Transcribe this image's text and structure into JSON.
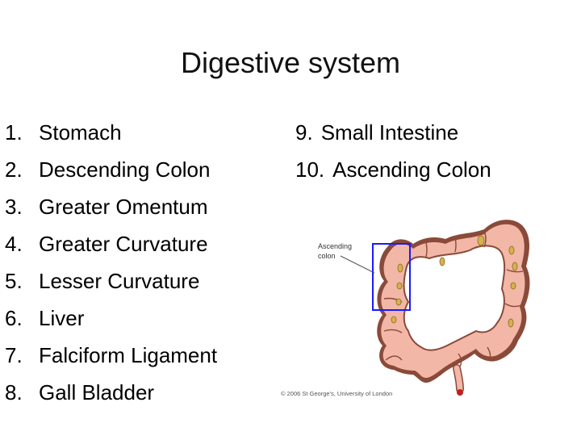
{
  "slide": {
    "title": "Digestive system",
    "left_list": [
      {
        "number": "1.",
        "label": "Stomach"
      },
      {
        "number": "2.",
        "label": "Descending Colon"
      },
      {
        "number": "3.",
        "label": "Greater Omentum"
      },
      {
        "number": "4.",
        "label": "Greater Curvature"
      },
      {
        "number": "5.",
        "label": "Lesser Curvature"
      },
      {
        "number": "6.",
        "label": "Liver"
      },
      {
        "number": "7.",
        "label": "Falciform Ligament"
      },
      {
        "number": "8.",
        "label": "Gall Bladder"
      }
    ],
    "right_list": [
      {
        "number": "9.",
        "label": "Small Intestine"
      },
      {
        "number": "10.",
        "label": "Ascending Colon"
      }
    ]
  },
  "figure": {
    "label_line1": "Ascending",
    "label_line2": "colon",
    "credit": "© 2006 St George's, University of London",
    "colors": {
      "colon_fill": "#f2b7a6",
      "colon_stroke": "#8a4a3a",
      "highlight_box": "#1a1aff",
      "nodules": "#d6b24a",
      "tip": "#c02020"
    }
  }
}
